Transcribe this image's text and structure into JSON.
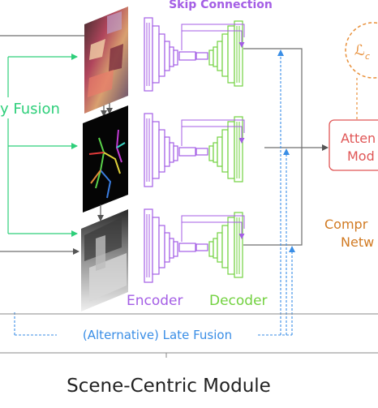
{
  "labels": {
    "skip_connection": "Skip Connection",
    "early_fusion": "y Fusion",
    "attention_line1": "Atten",
    "attention_line2": "Mod",
    "loss_symbol": "ℒ",
    "loss_subscript": "c",
    "compression_line1": "Compr",
    "compression_line2": "Netw",
    "encoder": "Encoder",
    "decoder": "Decoder",
    "late_fusion": "(Alternative) Late Fusion",
    "module_title": "Scene-Centric Module"
  },
  "colors": {
    "encoder": "#a45ee5",
    "decoder": "#72d13f",
    "fusion": "#2ecf7a",
    "dashed": "#3a8ee6",
    "attention": "#e05656",
    "compression": "#d17a22",
    "loss": "#e8903a",
    "line": "#6f6f6f",
    "text": "#222222"
  },
  "inputs": [
    {
      "name": "rgb-image",
      "kind": "photo"
    },
    {
      "name": "pose-image",
      "kind": "skeleton"
    },
    {
      "name": "depth-image",
      "kind": "depth"
    }
  ],
  "icons": [
    "unet-encoder-decoder",
    "arrow-right",
    "dashed-arrow-up"
  ]
}
